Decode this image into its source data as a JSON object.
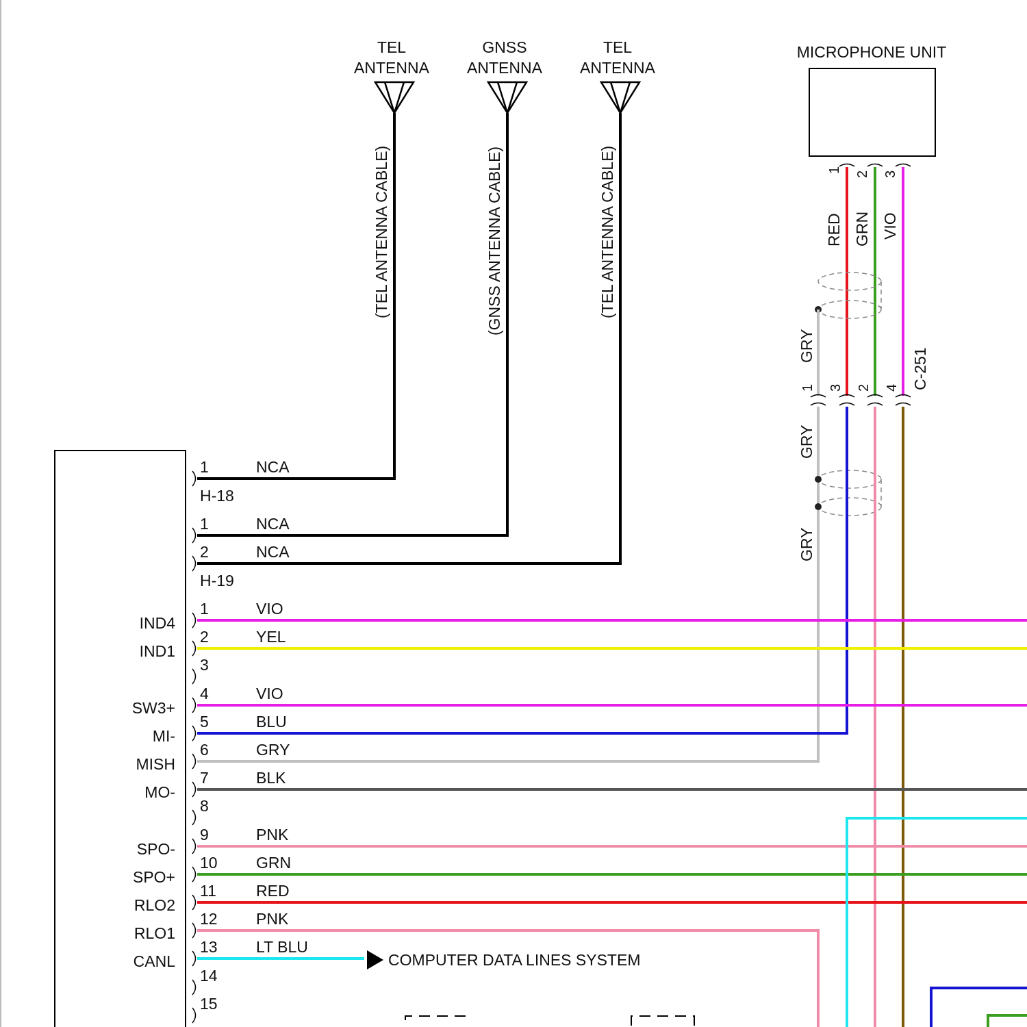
{
  "antennas": [
    {
      "line1": "TEL",
      "line2": "ANTENNA",
      "cable_label": "(TEL ANTENNA CABLE)",
      "color": "#000000"
    },
    {
      "line1": "GNSS",
      "line2": "ANTENNA",
      "cable_label": "(GNSS ANTENNA CABLE)",
      "color": "#000000"
    },
    {
      "line1": "TEL",
      "line2": "ANTENNA",
      "cable_label": "(TEL ANTENNA CABLE)",
      "color": "#000000"
    }
  ],
  "microphone": {
    "title": "MICROPHONE UNIT",
    "wires": [
      {
        "pin": "1",
        "color_name": "RED",
        "color": "#e8141c"
      },
      {
        "pin": "2",
        "color_name": "GRN",
        "color": "#3a9e1e"
      },
      {
        "pin": "3",
        "color_name": "VIO",
        "color": "#e61ee6"
      }
    ]
  },
  "connector_c251": {
    "name": "C-251",
    "pins": [
      "1",
      "3",
      "2",
      "4"
    ],
    "shield_label": "GRY",
    "lower_wires": [
      {
        "name": "BLU",
        "color": "#1414d2"
      },
      {
        "name": "PNK",
        "color": "#f08caa"
      },
      {
        "name": "BRN",
        "color": "#7d5a0a"
      }
    ]
  },
  "shield": {
    "color_name": "GRY",
    "color": "#c0c0c0",
    "labels": [
      "GRY",
      "GRY",
      "GRY"
    ]
  },
  "h18": {
    "name": "H-18",
    "pins": [
      {
        "pin": "1",
        "wire": "NCA"
      }
    ]
  },
  "h19": {
    "name": "H-19",
    "pins": [
      {
        "pin": "1",
        "wire": "NCA"
      },
      {
        "pin": "2",
        "wire": "NCA"
      }
    ]
  },
  "main_connector": {
    "pins": [
      {
        "pin": "1",
        "signal": "IND4",
        "wire": "VIO",
        "color": "#e61ee6"
      },
      {
        "pin": "2",
        "signal": "IND1",
        "wire": "YEL",
        "color": "#f0f000"
      },
      {
        "pin": "3",
        "signal": "",
        "wire": "",
        "color": ""
      },
      {
        "pin": "4",
        "signal": "SW3+",
        "wire": "VIO",
        "color": "#e61ee6"
      },
      {
        "pin": "5",
        "signal": "MI-",
        "wire": "BLU",
        "color": "#1414d2"
      },
      {
        "pin": "6",
        "signal": "MISH",
        "wire": "GRY",
        "color": "#c0c0c0"
      },
      {
        "pin": "7",
        "signal": "MO-",
        "wire": "BLK",
        "color": "#555555"
      },
      {
        "pin": "8",
        "signal": "",
        "wire": "",
        "color": ""
      },
      {
        "pin": "9",
        "signal": "SPO-",
        "wire": "PNK",
        "color": "#f08caa"
      },
      {
        "pin": "10",
        "signal": "SPO+",
        "wire": "GRN",
        "color": "#3a9e1e"
      },
      {
        "pin": "11",
        "signal": "RLO2",
        "wire": "RED",
        "color": "#e8141c"
      },
      {
        "pin": "12",
        "signal": "RLO1",
        "wire": "PNK",
        "color": "#f08caa"
      },
      {
        "pin": "13",
        "signal": "CANL",
        "wire": "LT BLU",
        "color": "#1ee6f0"
      },
      {
        "pin": "14",
        "signal": "",
        "wire": "",
        "color": ""
      },
      {
        "pin": "15",
        "signal": "",
        "wire": "",
        "color": ""
      }
    ],
    "canl_target": "COMPUTER DATA LINES SYSTEM"
  },
  "extra_colors": {
    "lt_blu": "#1ee6f0",
    "blu": "#1414d2",
    "grn": "#3a9e1e"
  }
}
